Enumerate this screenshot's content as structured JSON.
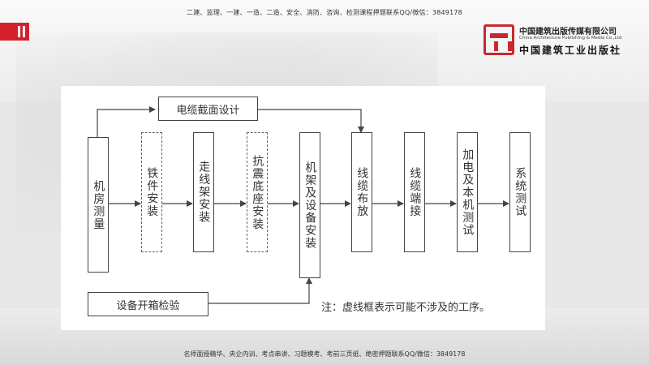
{
  "header": {
    "banner": "二建、监理、一建、一造、二造、安全、消防、咨询、检测课程押题联系QQ/微信：3849178"
  },
  "footer": {
    "banner": "名师面授精华、央企内训、考点串讲、习题模考、考前三页纸、绝密押题联系QQ/微信：3849178"
  },
  "publisher": {
    "name_cn": "中国建筑出版传媒有限公司",
    "name_en": "China Architecture Publishing & Media Co.,Ltd",
    "brand": "中国建筑工业出版社",
    "brand_color": "#c8282e"
  },
  "accent_color": "#d3202a",
  "diagram": {
    "top_box": "电缆截面设计",
    "bottom_box": "设备开箱检验",
    "note": "注：虚线框表示可能不涉及的工序。",
    "steps": [
      {
        "label": "机房测量",
        "dashed": false
      },
      {
        "label": "铁件安装",
        "dashed": true
      },
      {
        "label": "走线架安装",
        "dashed": false
      },
      {
        "label": "抗震底座安装",
        "dashed": true
      },
      {
        "label": "机架及设备安装",
        "dashed": false
      },
      {
        "label": "线缆布放",
        "dashed": false
      },
      {
        "label": "线缆端接",
        "dashed": false
      },
      {
        "label": "加电及本机测试",
        "dashed": false
      },
      {
        "label": "系统测试",
        "dashed": false
      }
    ]
  }
}
